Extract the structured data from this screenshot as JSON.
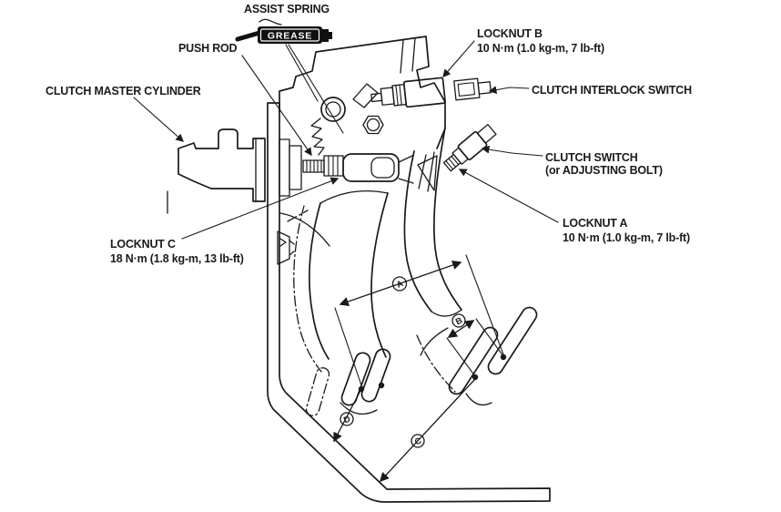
{
  "diagram": {
    "colors": {
      "ink": "#1a1a1a",
      "paper": "#ffffff",
      "grease_badge_bg": "#111111",
      "grease_badge_text": "#ffffff"
    },
    "labels": {
      "assist_spring": "ASSIST SPRING",
      "grease": "GREASE",
      "push_rod": "PUSH ROD",
      "clutch_master_cylinder": "CLUTCH MASTER CYLINDER",
      "locknut_b_name": "LOCKNUT B",
      "locknut_b_torque": "10 N·m (1.0 kg-m, 7 lb-ft)",
      "clutch_interlock_switch": "CLUTCH INTERLOCK SWITCH",
      "clutch_switch_name": "CLUTCH SWITCH",
      "clutch_switch_alt": "(or ADJUSTING BOLT)",
      "locknut_a_name": "LOCKNUT A",
      "locknut_a_torque": "10 N·m (1.0 kg-m, 7 lb-ft)",
      "locknut_c_name": "LOCKNUT C",
      "locknut_c_torque": "18 N·m (1.8 kg-m, 13 lb-ft)"
    },
    "dimensions": {
      "a": "A",
      "b": "B",
      "c": "C",
      "d": "D"
    }
  }
}
